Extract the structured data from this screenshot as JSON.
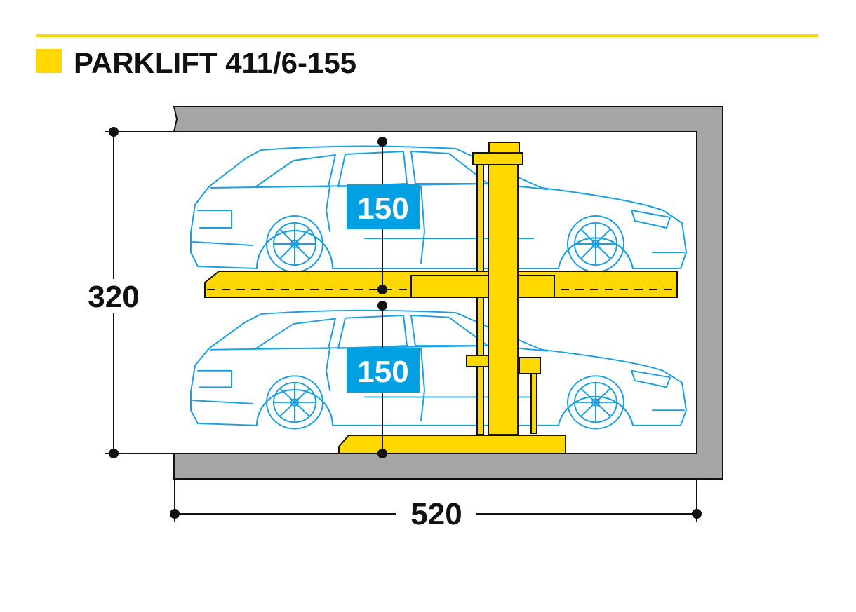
{
  "title": "PARKLIFT 411/6-155",
  "dimensions": {
    "height_total": "320",
    "width_total": "520",
    "upper_clearance": "150",
    "lower_clearance": "150"
  },
  "colors": {
    "accent_yellow": "#FFD800",
    "label_blue": "#00A0E3",
    "car_outline": "#1AA0E2",
    "wall_gray": "#A6A6A6"
  },
  "icons": [
    "title-square-icon",
    "car-icon",
    "parking-lift-icon"
  ]
}
